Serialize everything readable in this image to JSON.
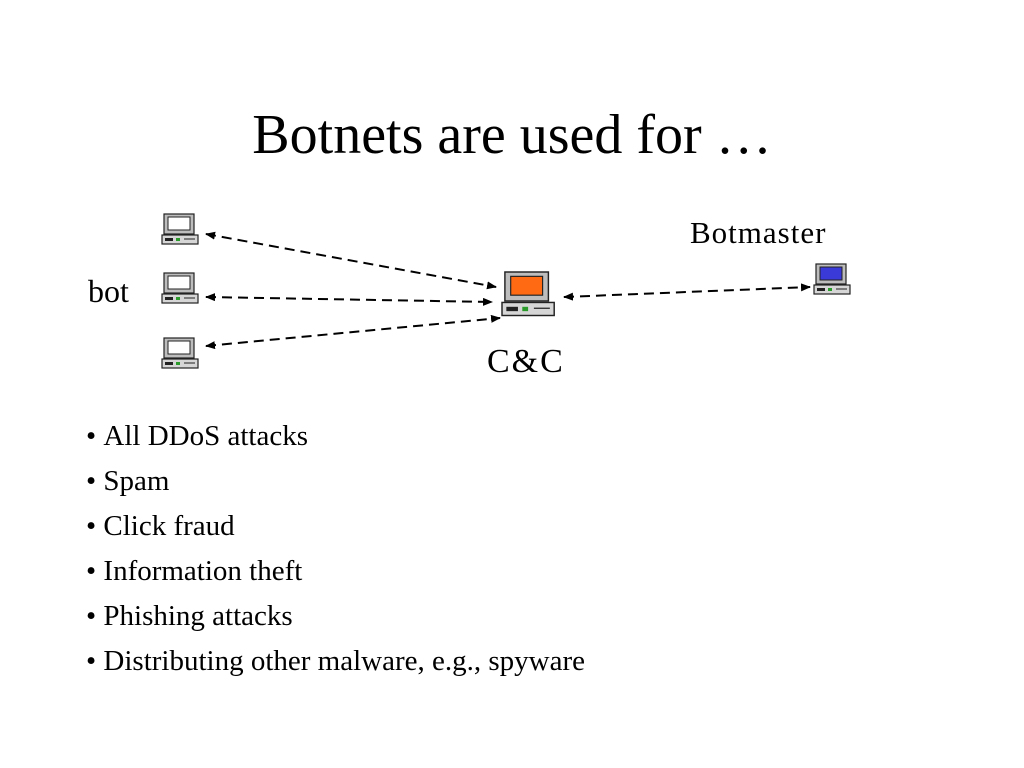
{
  "slide": {
    "title": "Botnets are used for …"
  },
  "diagram": {
    "bot_label": "bot",
    "cc_label": "C&C",
    "botmaster_label": "Botmaster",
    "colors": {
      "bot_screen": "#ffffff",
      "cc_screen": "#ff6a13",
      "botmaster_screen": "#3a3ad8",
      "computer_body": "#c8c8c8",
      "arrow": "#000000"
    },
    "icons": [
      "computer-icon",
      "computer-icon",
      "computer-icon",
      "cc-server-icon",
      "botmaster-computer-icon"
    ]
  },
  "bullets": [
    "All DDoS attacks",
    "Spam",
    "Click fraud",
    "Information theft",
    "Phishing attacks",
    "Distributing other malware, e.g., spyware"
  ]
}
